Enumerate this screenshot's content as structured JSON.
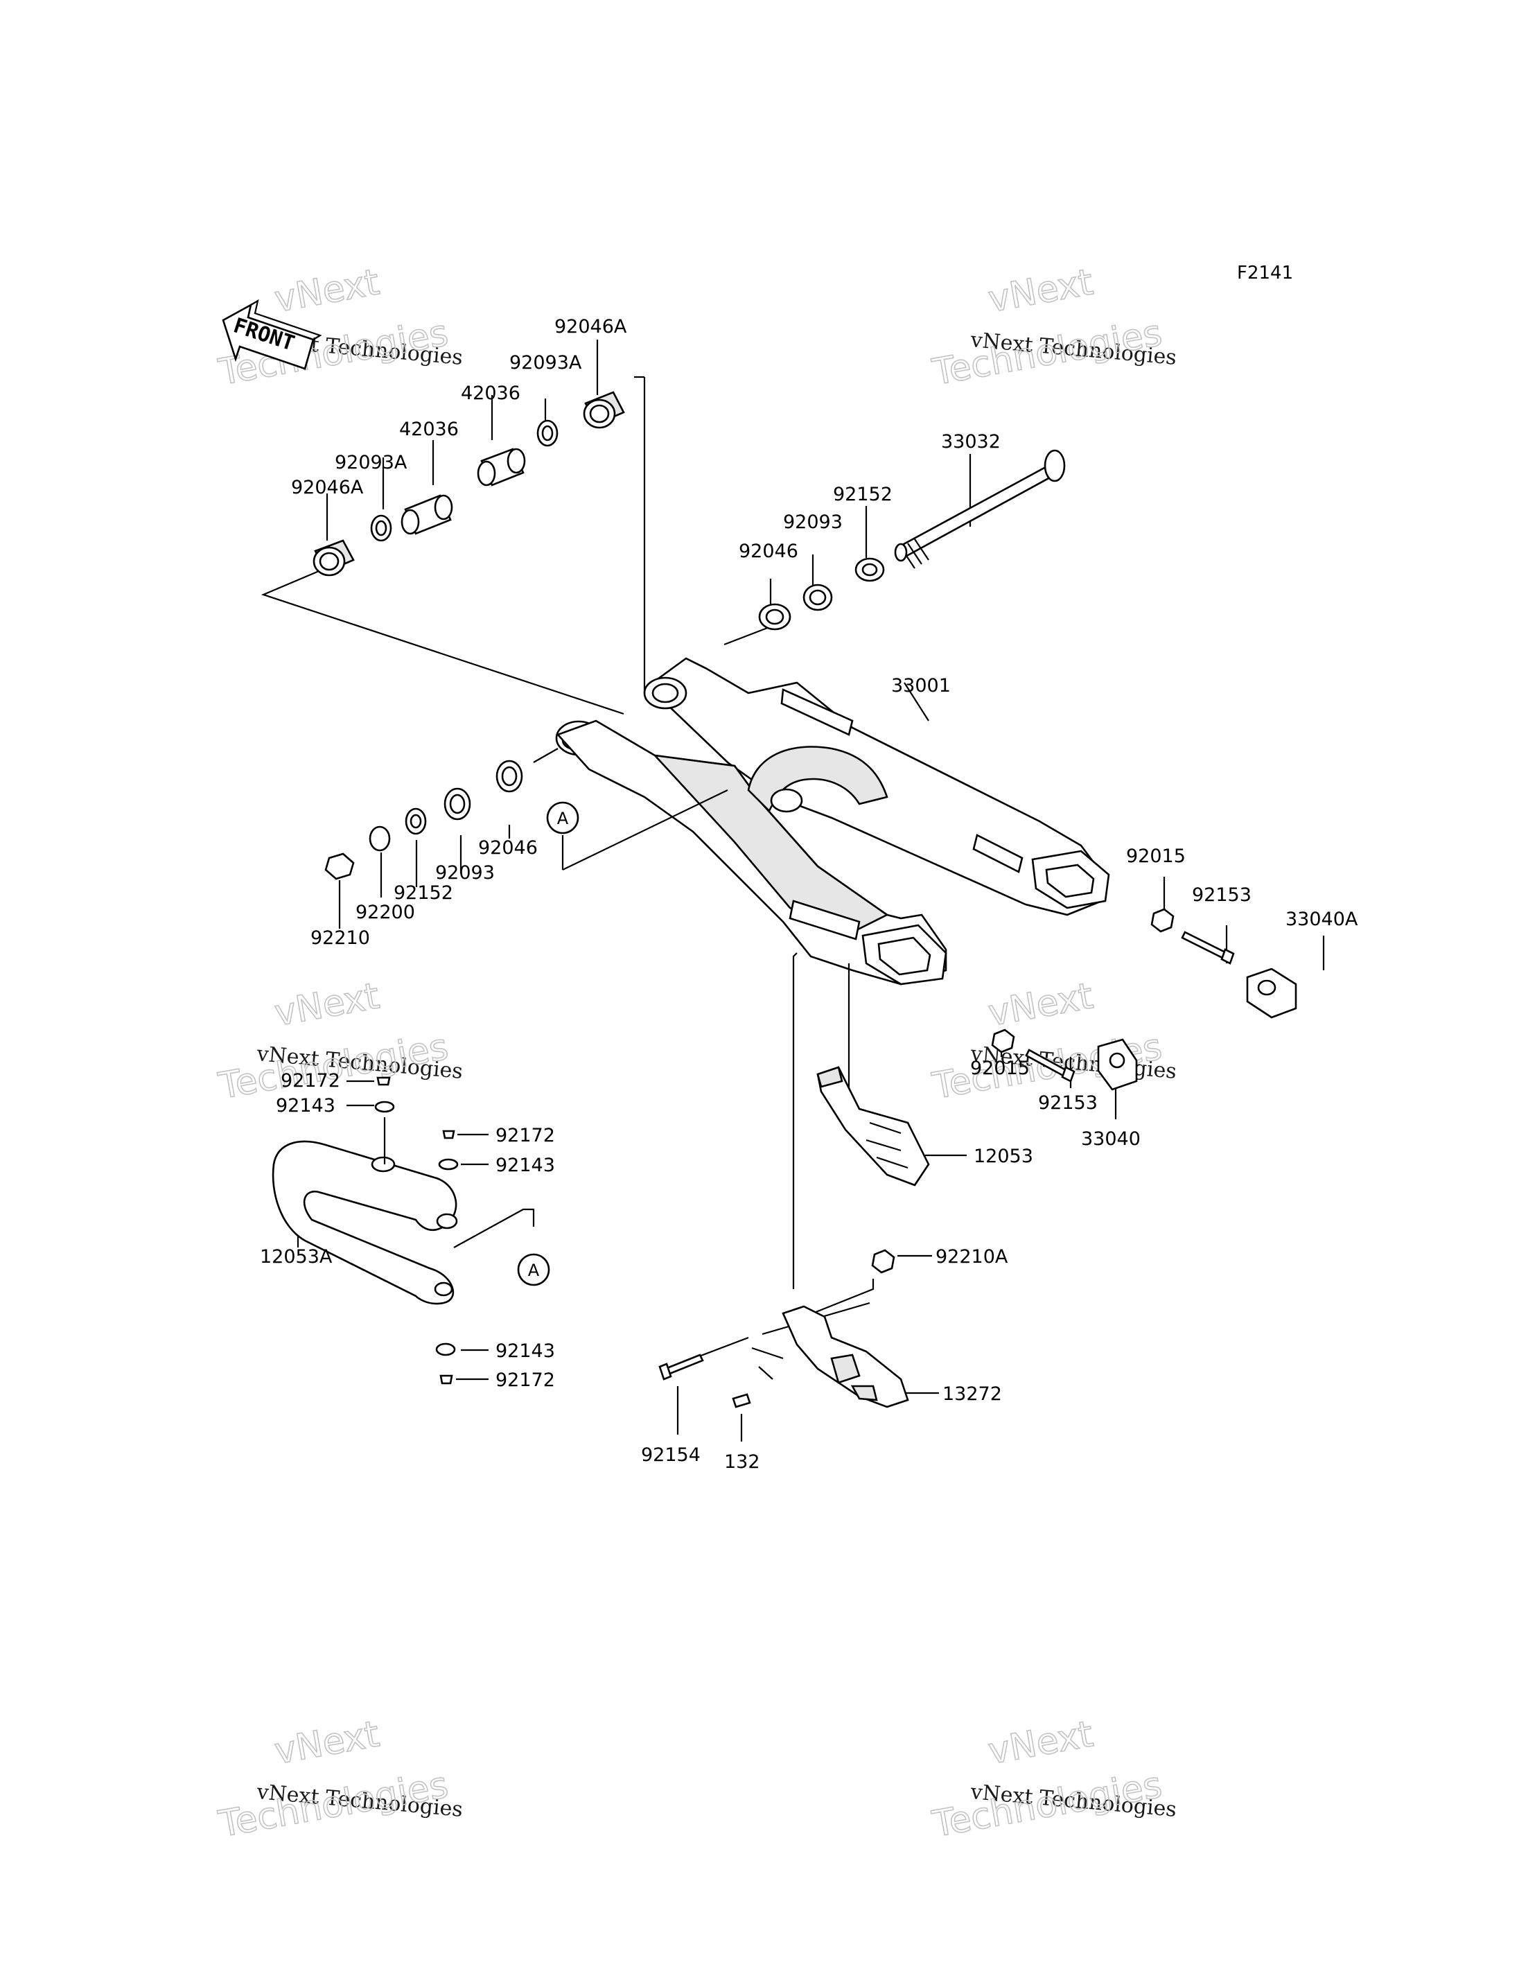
{
  "diagram_code": "F2141",
  "direction_marker": "FRONT",
  "watermark": {
    "line1": "vNext",
    "line2": "vNext Technologies",
    "line3": "Technologies"
  },
  "detail_ref": "A",
  "parts": {
    "p33001": "33001",
    "p33032": "33032",
    "p92152_top": "92152",
    "p92093_top": "92093",
    "p92046_top": "92046",
    "p92046A_top": "92046A",
    "p92093A_top": "92093A",
    "p42036_top": "42036",
    "p42036_mid": "42036",
    "p92093A_left": "92093A",
    "p92046A_left": "92046A",
    "p92046_left": "92046",
    "p92093_left": "92093",
    "p92152_left": "92152",
    "p92200": "92200",
    "p92210": "92210",
    "p92015_right": "92015",
    "p92153_right": "92153",
    "p33040A": "33040A",
    "p92015_mid": "92015",
    "p92153_mid": "92153",
    "p33040": "33040",
    "p12053": "12053",
    "p92172_a": "92172",
    "p92143_a": "92143",
    "p92172_b": "92172",
    "p92143_b": "92143",
    "p12053A": "12053A",
    "p92143_c": "92143",
    "p92172_c": "92172",
    "p92210A": "92210A",
    "p13272": "13272",
    "p92154": "92154",
    "p132": "132"
  }
}
